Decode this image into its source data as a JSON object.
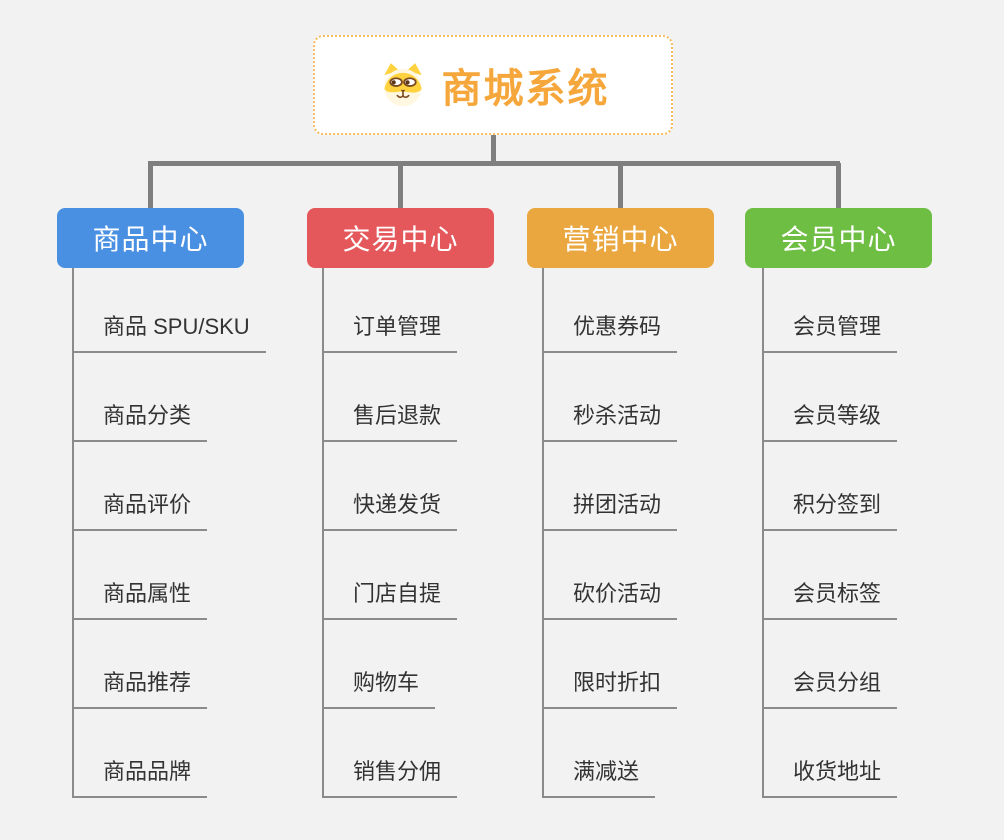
{
  "page": {
    "background": "#F2F2F2",
    "connector_color": "#7F7F7F"
  },
  "root": {
    "title": "商城系统",
    "title_color": "#F5A73B",
    "border_color": "#F5BC5E",
    "icon": "dog-face-icon"
  },
  "branches": [
    {
      "label": "商品中心",
      "color": "#4A90E2",
      "children": [
        "商品 SPU/SKU",
        "商品分类",
        "商品评价",
        "商品属性",
        "商品推荐",
        "商品品牌"
      ]
    },
    {
      "label": "交易中心",
      "color": "#E4585B",
      "children": [
        "订单管理",
        "售后退款",
        "快递发货",
        "门店自提",
        "购物车",
        "销售分佣"
      ]
    },
    {
      "label": "营销中心",
      "color": "#EAA740",
      "children": [
        "优惠券码",
        "秒杀活动",
        "拼团活动",
        "砍价活动",
        "限时折扣",
        "满减送"
      ]
    },
    {
      "label": "会员中心",
      "color": "#6FBE44",
      "children": [
        "会员管理",
        "会员等级",
        "积分签到",
        "会员标签",
        "会员分组",
        "收货地址"
      ]
    }
  ]
}
